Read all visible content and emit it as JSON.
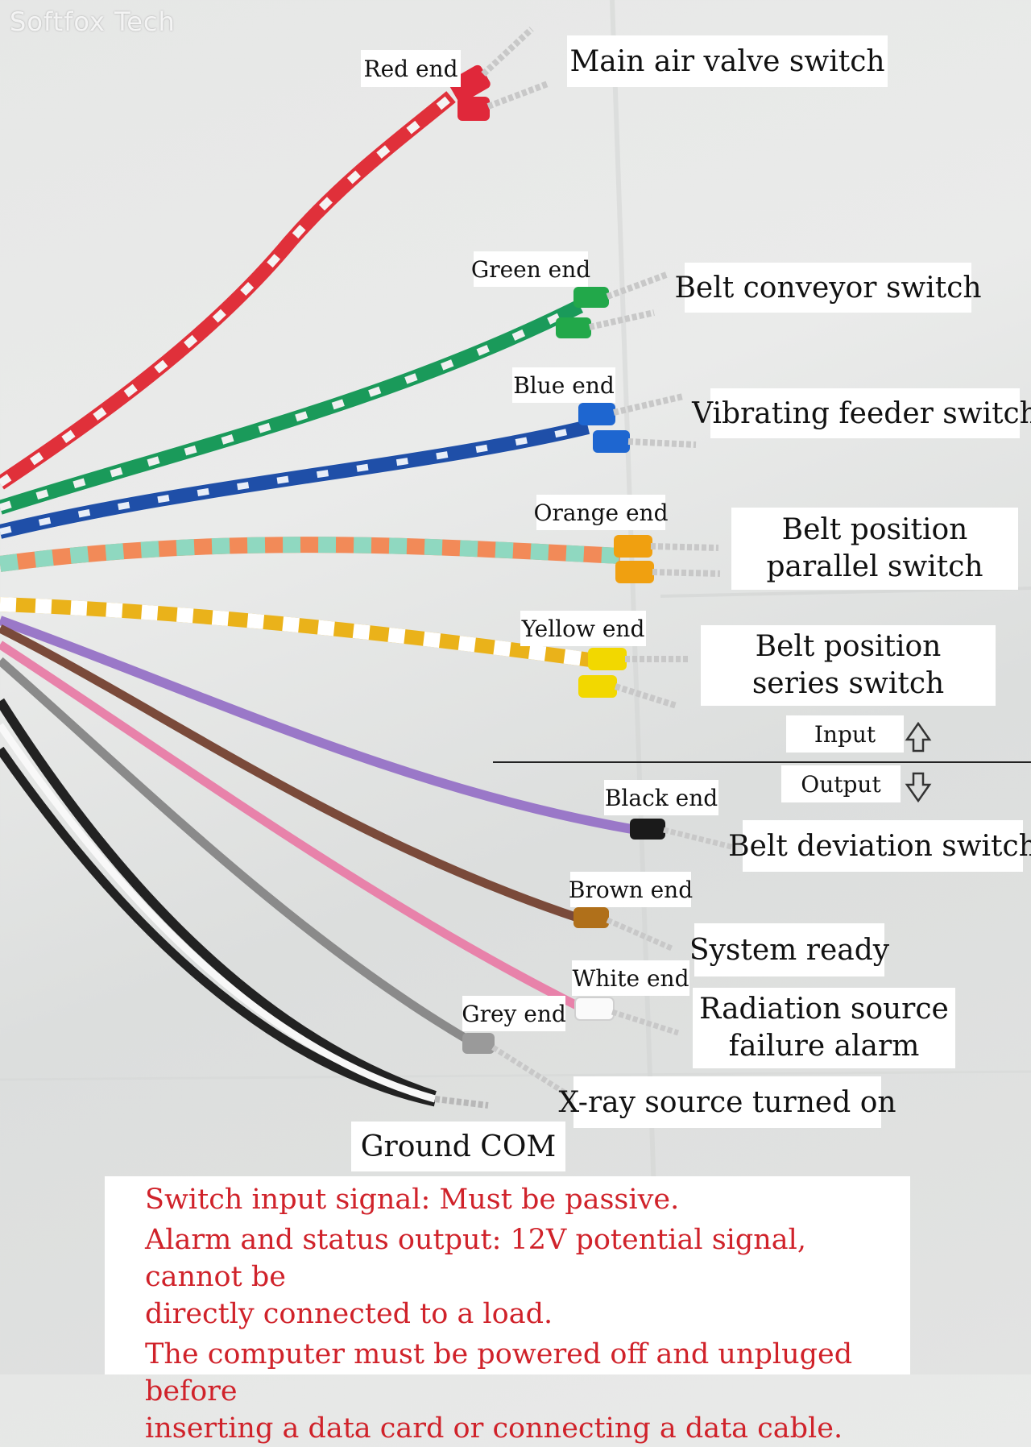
{
  "watermark": "Softfox Tech",
  "wire_labels": {
    "red": "Red end",
    "green": "Green end",
    "blue": "Blue end",
    "orange": "Orange end",
    "yellow": "Yellow end",
    "black": "Black end",
    "brown": "Brown end",
    "white": "White end",
    "grey": "Grey end"
  },
  "functions": {
    "main_air_valve": "Main air valve switch",
    "belt_conveyor": "Belt conveyor switch",
    "vibrating_feeder": "Vibrating feeder switch",
    "belt_parallel_line1": "Belt position",
    "belt_parallel_line2": "parallel switch",
    "belt_series_line1": "Belt position",
    "belt_series_line2": "series switch",
    "belt_deviation": "Belt deviation switch",
    "system_ready": "System ready",
    "radiation_line1": "Radiation source",
    "radiation_line2": "failure alarm",
    "xray_on": "X-ray source turned on",
    "ground": "Ground COM"
  },
  "io": {
    "input": "Input",
    "output": "Output"
  },
  "notes": {
    "line1": "Switch input signal: Must be passive.",
    "line2a": "Alarm and status output: 12V potential signal, cannot be",
    "line2b": "directly connected to a load.",
    "line3a": "The computer must be powered off and unpluged before",
    "line3b": "inserting a data card or connecting a data cable."
  },
  "colors": {
    "note_text": "#d0222a",
    "red_wire": "#e0303a",
    "green_wire": "#1a9a5a",
    "blue_wire": "#1f4fa8",
    "orange_wire": "#f28a58",
    "mint_wire": "#8fd8c0",
    "yellow_wire": "#eab21a",
    "purple_wire": "#9a78c8",
    "brown_wire": "#7a4a3a",
    "pink_wire": "#e882aa",
    "grey_wire": "#8a8a8a",
    "black_wire": "#222222"
  }
}
